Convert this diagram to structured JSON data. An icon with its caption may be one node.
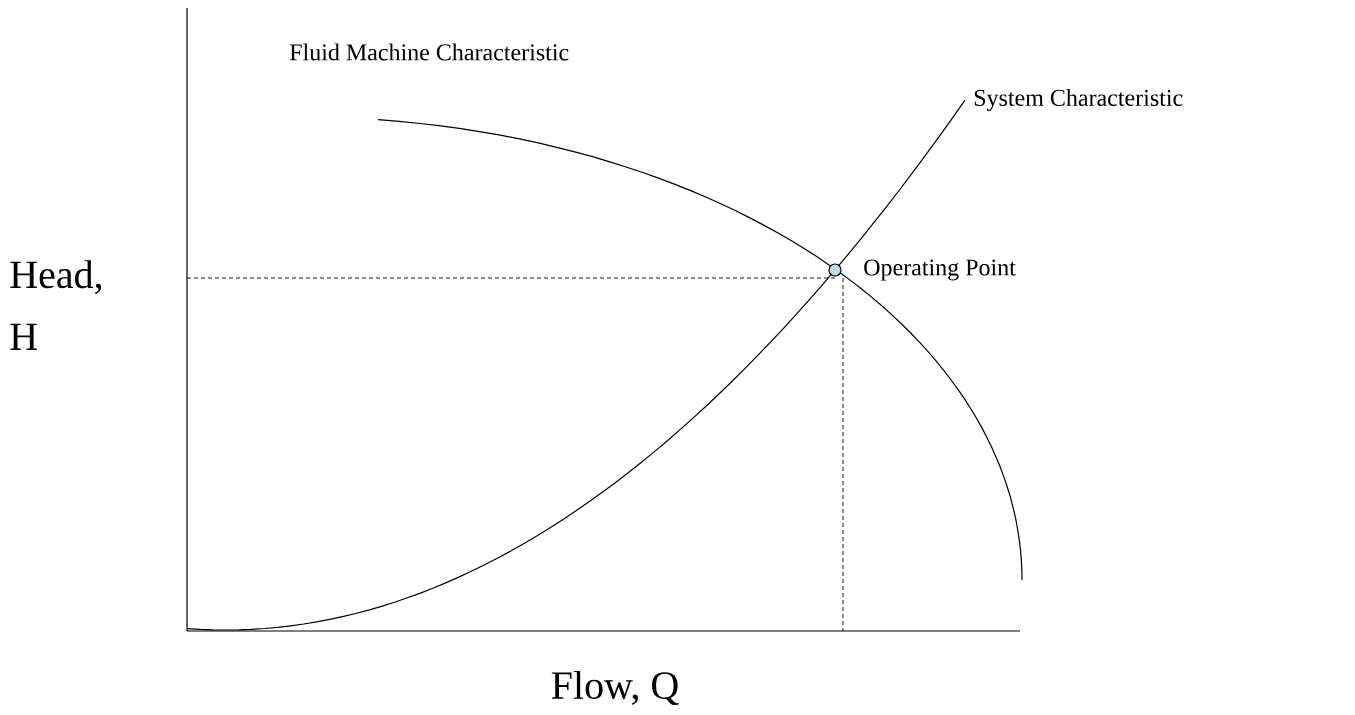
{
  "diagram": {
    "labels": [
      "Fluid Machine Characteristic",
      "System Characteristic",
      "Operating Point",
      "Head, H",
      "Flow, Q"
    ]
  }
}
